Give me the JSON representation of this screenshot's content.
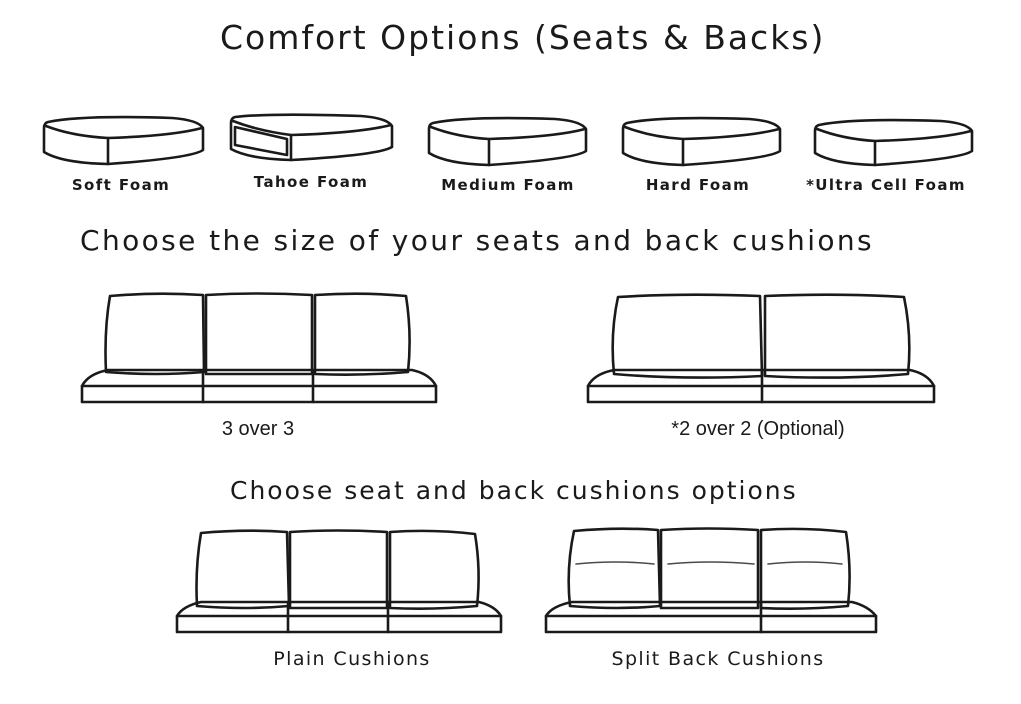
{
  "title": "Comfort Options (Seats & Backs)",
  "foam_options": [
    {
      "label": "Soft Foam",
      "icon": "soft-foam-cushion-icon"
    },
    {
      "label": "Tahoe Foam",
      "icon": "tahoe-foam-cushion-icon"
    },
    {
      "label": "Medium Foam",
      "icon": "medium-foam-cushion-icon"
    },
    {
      "label": "Hard Foam",
      "icon": "hard-foam-cushion-icon"
    },
    {
      "label": "*Ultra Cell Foam",
      "icon": "ultra-cell-foam-cushion-icon"
    }
  ],
  "size_section": {
    "heading": "Choose the size of your seats and back cushions",
    "options": [
      {
        "label": "3 over 3",
        "icon": "three-over-three-sofa-icon"
      },
      {
        "label": "*2 over 2 (Optional)",
        "icon": "two-over-two-sofa-icon"
      }
    ]
  },
  "cushion_section": {
    "heading": "Choose seat and back cushions options",
    "options": [
      {
        "label": "Plain Cushions",
        "icon": "plain-cushions-sofa-icon"
      },
      {
        "label": "Split Back Cushions",
        "icon": "split-back-cushions-sofa-icon"
      }
    ]
  }
}
